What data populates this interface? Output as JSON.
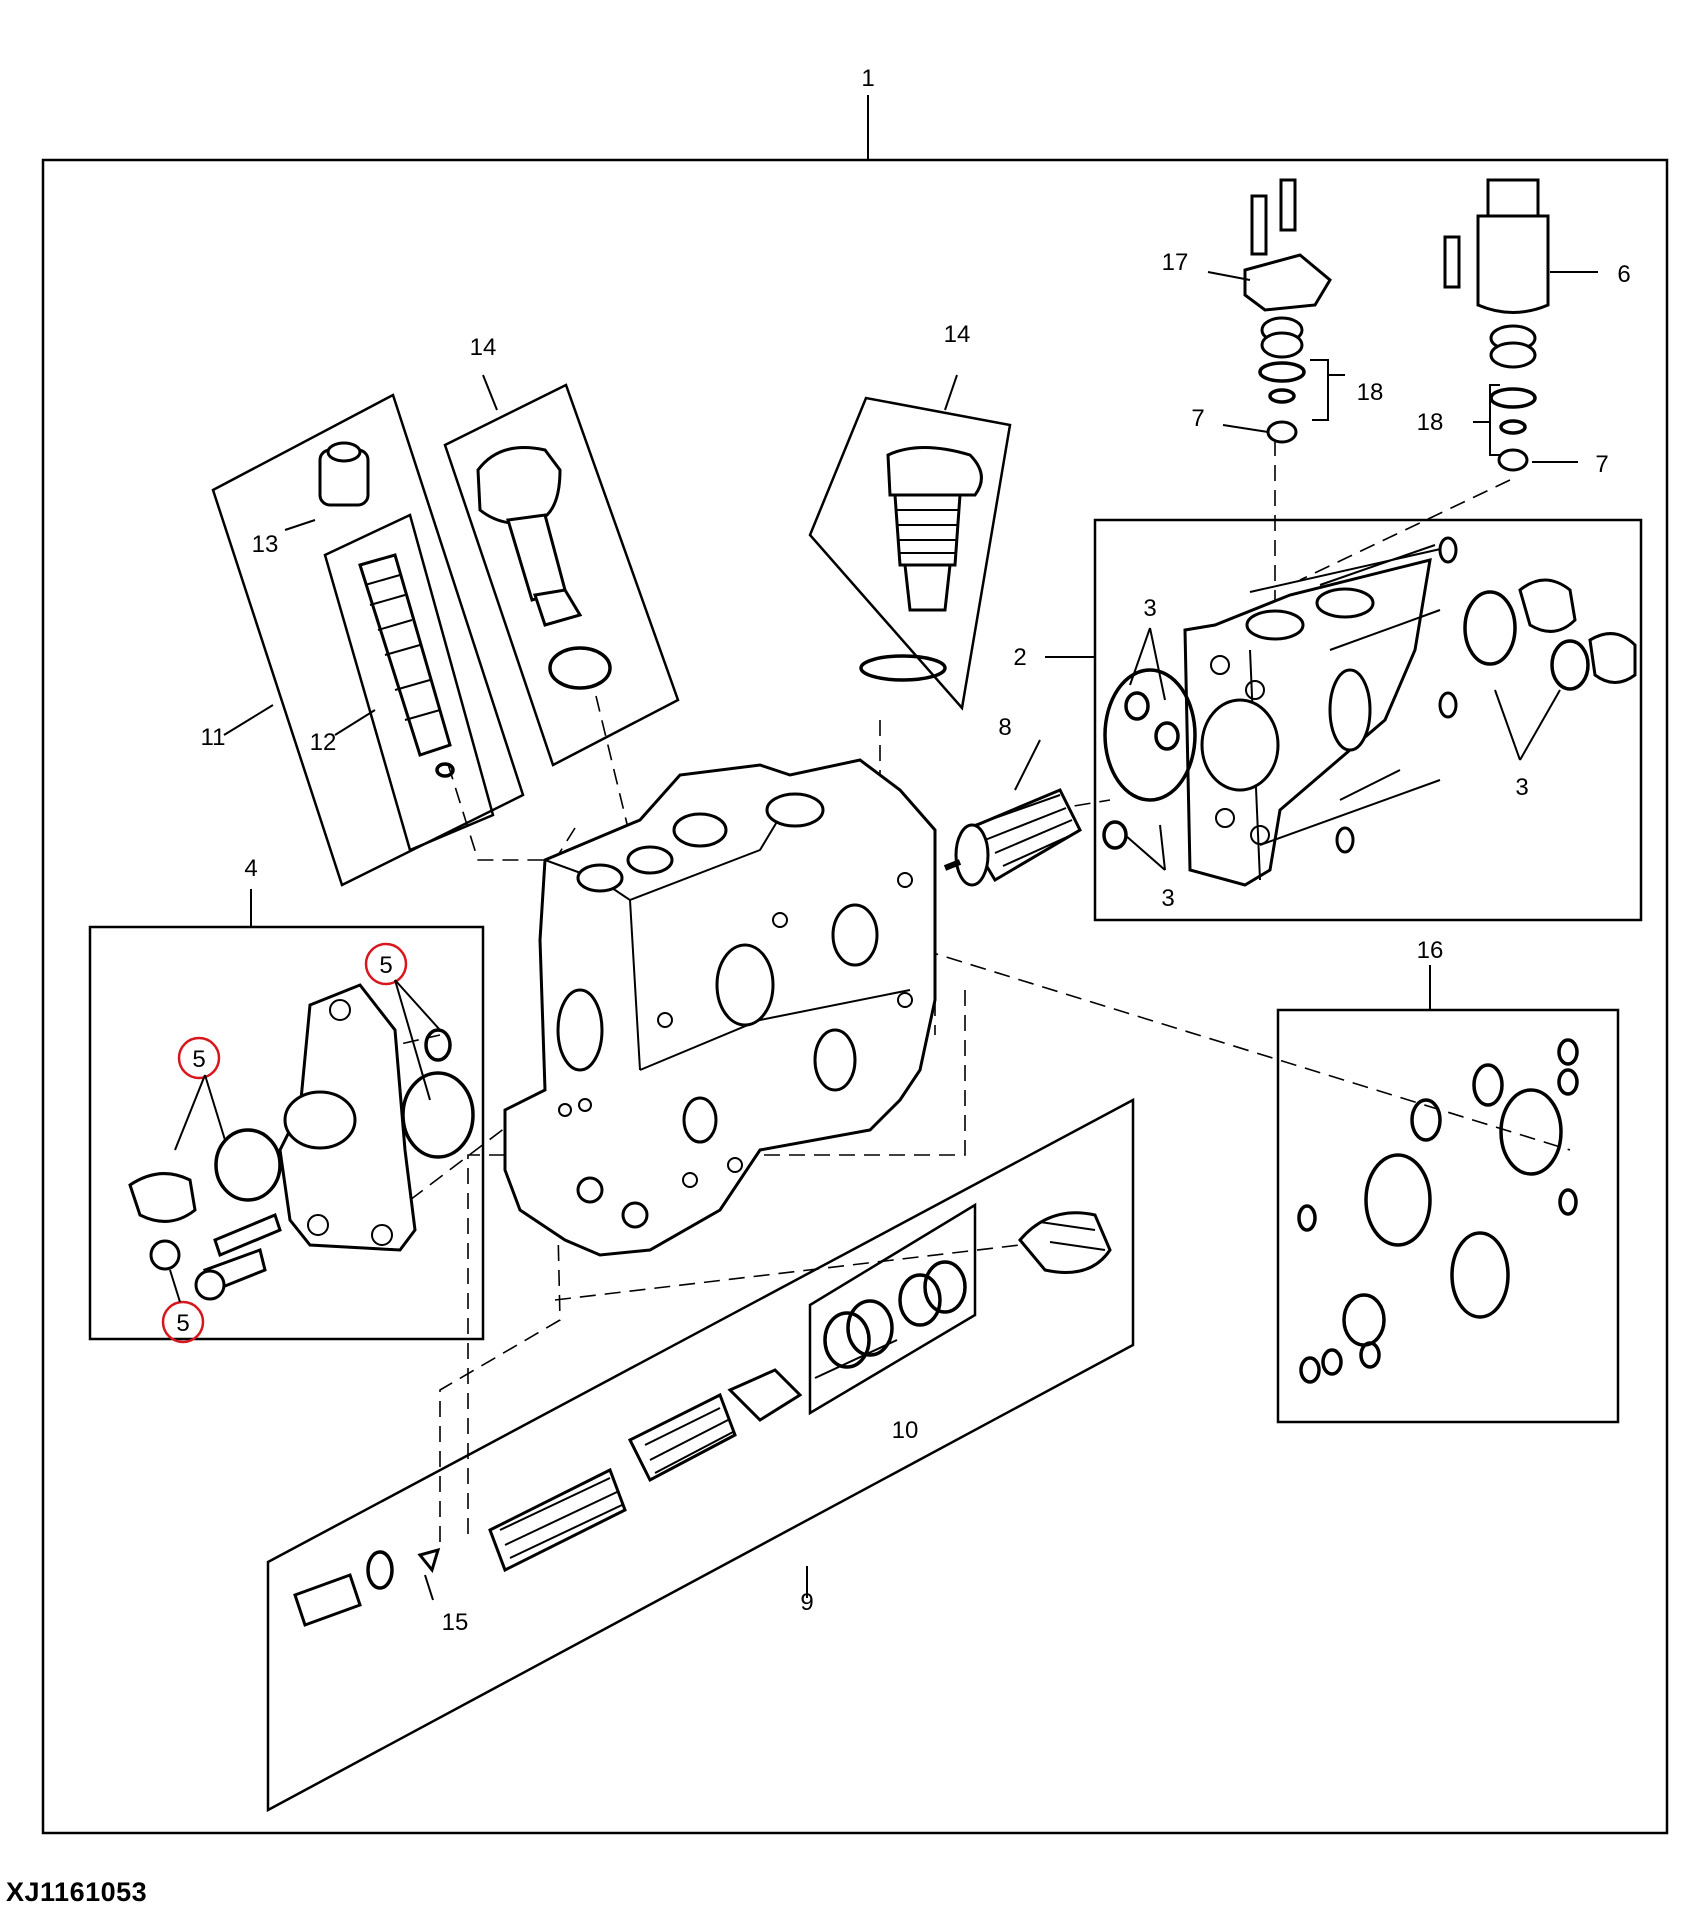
{
  "figure_id": "XJ1161053",
  "callouts": {
    "c1": "1",
    "c2": "2",
    "c3a": "3",
    "c3b": "3",
    "c3c": "3",
    "c4": "4",
    "c5a": "5",
    "c5b": "5",
    "c5c": "5",
    "c6": "6",
    "c7a": "7",
    "c7b": "7",
    "c8": "8",
    "c9": "9",
    "c10": "10",
    "c11": "11",
    "c12": "12",
    "c13": "13",
    "c14a": "14",
    "c14b": "14",
    "c15": "15",
    "c16": "16",
    "c17": "17",
    "c18a": "18",
    "c18b": "18"
  },
  "colors": {
    "line": "#000000",
    "highlight": "#d8161d",
    "background": "#ffffff"
  }
}
